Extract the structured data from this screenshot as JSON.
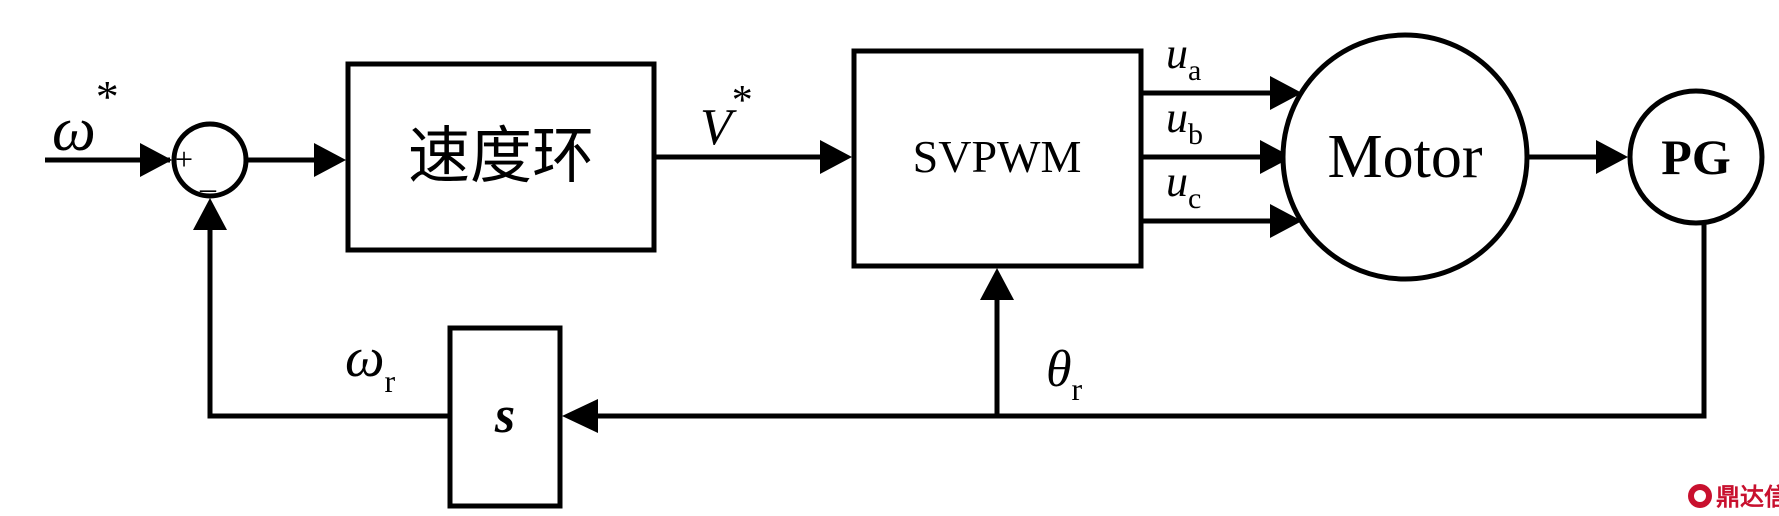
{
  "diagram": {
    "input_label": {
      "symbol": "ω",
      "sup": "*"
    },
    "sum_junction": {
      "plus": "+",
      "minus": "_"
    },
    "speed_loop_label": "速度环",
    "reference_label": {
      "symbol": "V",
      "sup": "*"
    },
    "modulator_label": "SVPWM",
    "phase_labels": [
      {
        "symbol": "u",
        "sub": "a"
      },
      {
        "symbol": "u",
        "sub": "b"
      },
      {
        "symbol": "u",
        "sub": "c"
      }
    ],
    "motor_label": "Motor",
    "encoder_label": "PG",
    "derivative_label": "s",
    "speed_feedback_label": {
      "symbol": "ω",
      "sub": "r"
    },
    "angle_feedback_label": {
      "symbol": "θ",
      "sub": "r"
    }
  },
  "watermark": {
    "text": "鼎达信",
    "color": "#c8102e"
  }
}
